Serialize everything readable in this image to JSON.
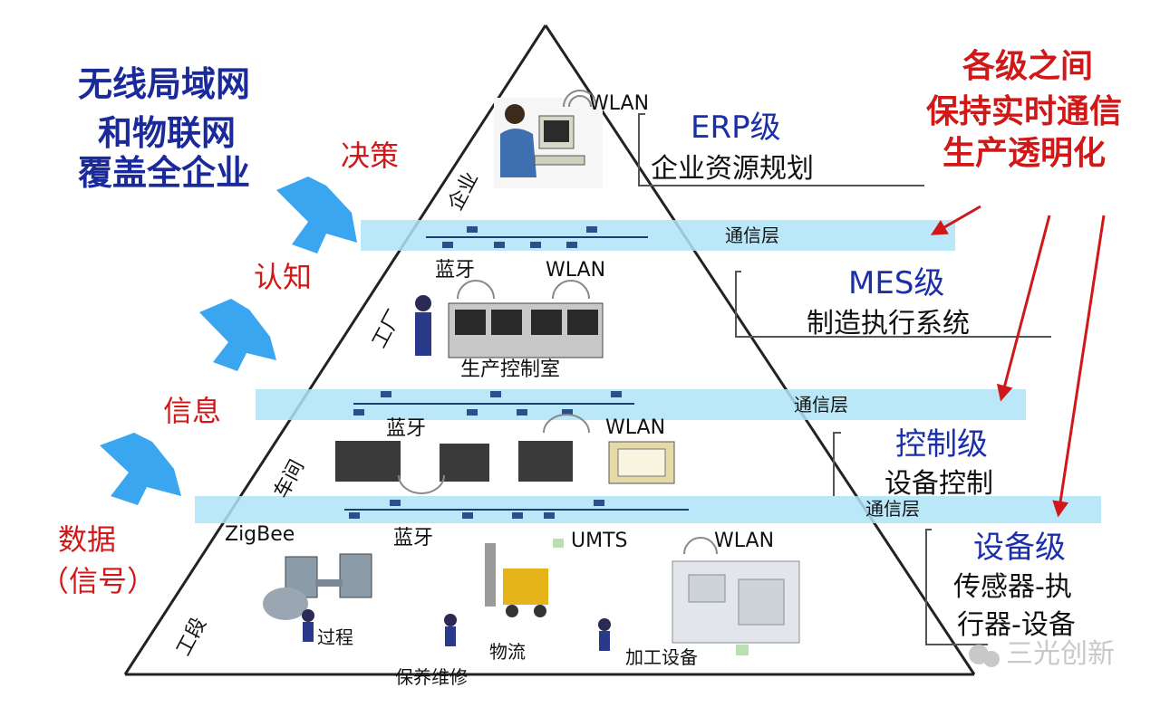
{
  "left_caption": [
    "无线局域网",
    "和物联网",
    "覆盖全企业"
  ],
  "right_caption": [
    "各级之间",
    "保持实时通信",
    "生产透明化"
  ],
  "stages": {
    "decision": "决策",
    "cognition": "认知",
    "information": "信息",
    "data": "数据",
    "signal": "（信号）"
  },
  "levels": {
    "erp": {
      "title": "ERP级",
      "subtitle": "企业资源规划",
      "area": "企业"
    },
    "mes": {
      "title": "MES级",
      "subtitle": "制造执行系统",
      "area": "工厂"
    },
    "control": {
      "title": "控制级",
      "subtitle": "设备控制",
      "area": "车间"
    },
    "device": {
      "title": "设备级",
      "subtitle_1": "传感器-执",
      "subtitle_2": "行器-设备",
      "area": "工段"
    }
  },
  "comm_layer_label": "通信层",
  "wireless": {
    "wlan": "WLAN",
    "bluetooth": "蓝牙",
    "zigbee": "ZigBee",
    "umts": "UMTS"
  },
  "scene_labels": {
    "control_room": "生产控制室",
    "process": "过程",
    "maintenance": "保养维修",
    "logistics": "物流",
    "machining": "加工设备"
  },
  "watermark": "三光创新",
  "colors": {
    "heading_blue": "#1a2a9a",
    "accent_red": "#d01818",
    "comm_band": "#aee4f7",
    "arrow_blue": "#3aa6f0"
  }
}
